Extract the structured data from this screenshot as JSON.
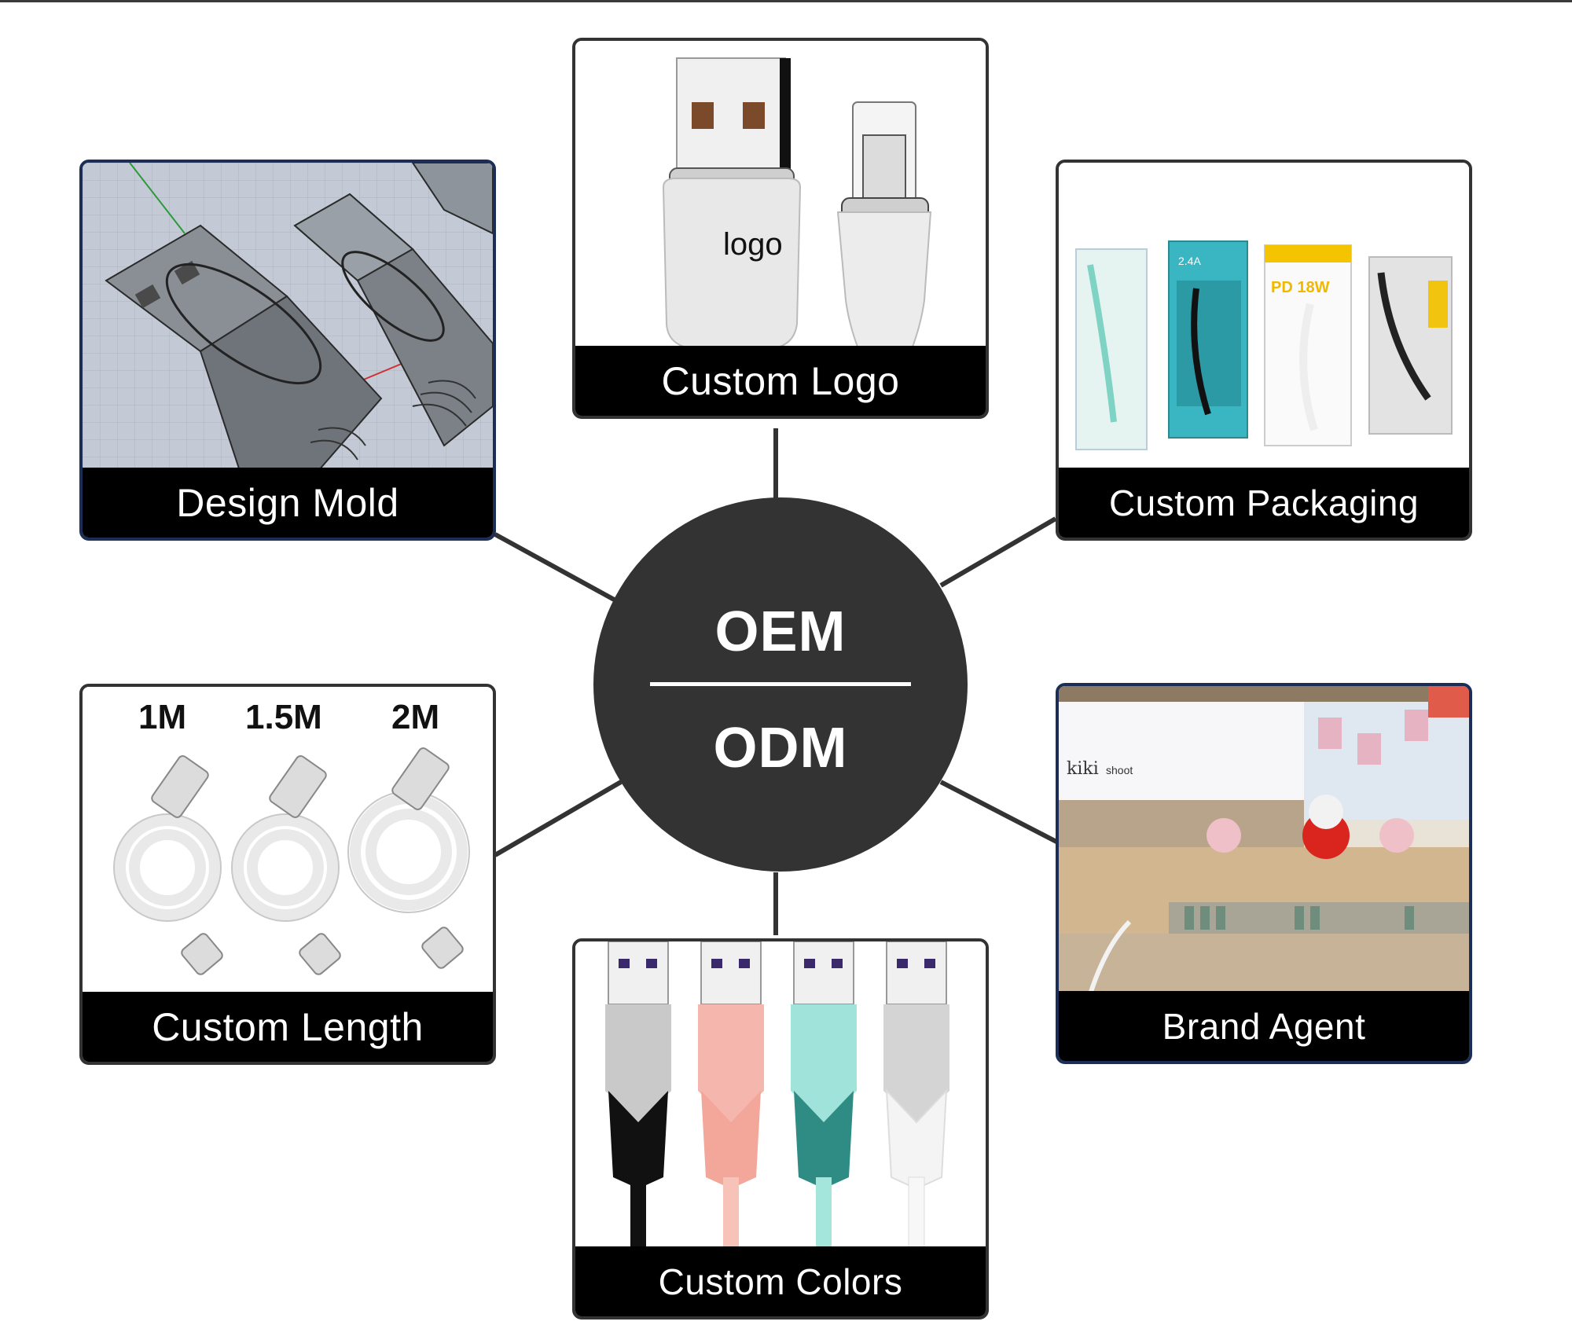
{
  "hub": {
    "top_label": "OEM",
    "bottom_label": "ODM"
  },
  "panels": {
    "design_mold": {
      "caption": "Design Mold"
    },
    "custom_logo": {
      "caption": "Custom Logo",
      "product_text": "logo"
    },
    "custom_packaging": {
      "caption": "Custom Packaging",
      "box_texts": [
        "2.4A",
        "PD 18W"
      ]
    },
    "custom_length": {
      "caption": "Custom Length",
      "lengths": [
        "1M",
        "1.5M",
        "2M"
      ]
    },
    "custom_colors": {
      "caption": "Custom Colors"
    },
    "brand_agent": {
      "caption": "Brand Agent",
      "store_signs": [
        "kiki",
        "shoot"
      ]
    }
  },
  "colors": {
    "hub": "#333333",
    "caption_bar": "#000000",
    "panel_border": "#333333",
    "panel_border_blue": "#1c2e55",
    "cable_colors": [
      "#111111",
      "#f2a79a",
      "#2f8c84",
      "#f4f4f4"
    ]
  }
}
